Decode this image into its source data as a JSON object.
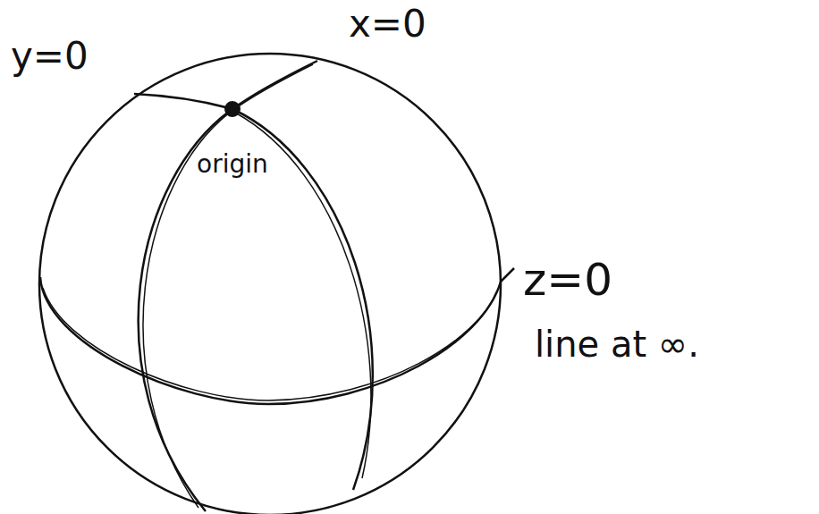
{
  "diagram": {
    "labels": [
      "y=0",
      "x=0",
      "origin",
      "z=0",
      "line at ∞."
    ]
  }
}
